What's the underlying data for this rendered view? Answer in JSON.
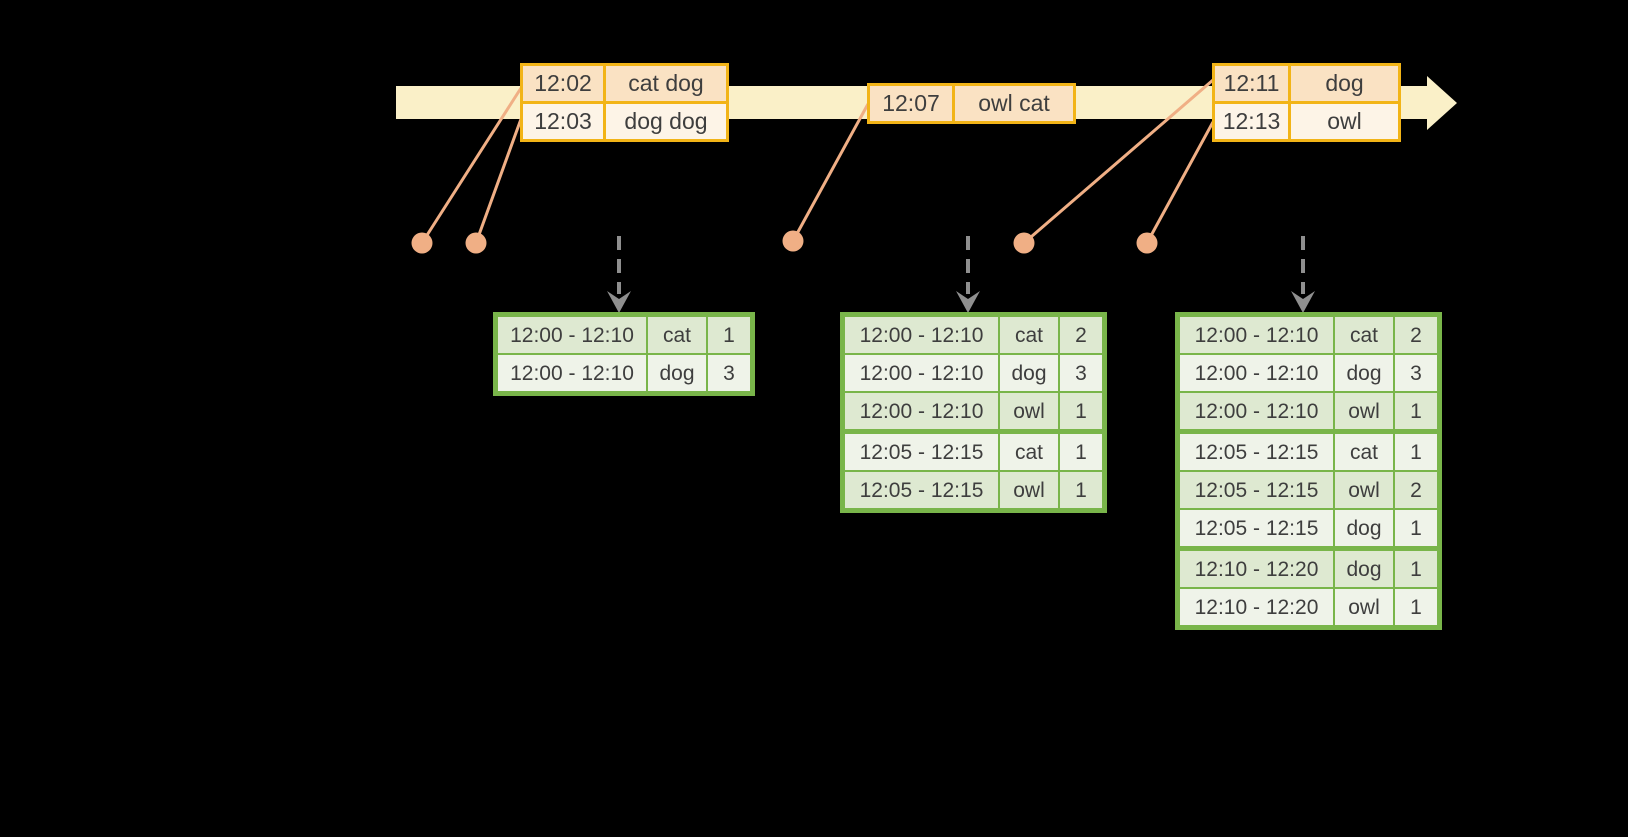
{
  "palette": {
    "background": "#000000",
    "timeline_fill": "#FAF0C8",
    "event_table_border": "#F2B417",
    "event_row_primary": "#FAE2C3",
    "event_row_secondary": "#FDF4E7",
    "connector_salmon": "#F0AF85",
    "result_table_border": "#79B54A",
    "result_row_odd": "#DEE9D1",
    "result_row_even": "#EFF3E9",
    "dashed_arrow_gray": "#8F8F8F",
    "text": "#3E3E3E"
  },
  "event_boxes": [
    {
      "rows": [
        {
          "time": "12:02",
          "words": "cat dog"
        },
        {
          "time": "12:03",
          "words": "dog dog"
        }
      ]
    },
    {
      "rows": [
        {
          "time": "12:07",
          "words": "owl cat"
        }
      ]
    },
    {
      "rows": [
        {
          "time": "12:11",
          "words": "dog"
        },
        {
          "time": "12:13",
          "words": "owl"
        }
      ]
    }
  ],
  "result_tables": [
    {
      "rows": [
        {
          "window": "12:00 - 12:10",
          "word": "cat",
          "count": "1"
        },
        {
          "window": "12:00 - 12:10",
          "word": "dog",
          "count": "3"
        }
      ]
    },
    {
      "rows": [
        {
          "window": "12:00 - 12:10",
          "word": "cat",
          "count": "2"
        },
        {
          "window": "12:00 - 12:10",
          "word": "dog",
          "count": "3"
        },
        {
          "window": "12:00 - 12:10",
          "word": "owl",
          "count": "1"
        },
        {
          "window": "12:05 - 12:15",
          "word": "cat",
          "count": "1"
        },
        {
          "window": "12:05 - 12:15",
          "word": "owl",
          "count": "1"
        }
      ]
    },
    {
      "rows": [
        {
          "window": "12:00 - 12:10",
          "word": "cat",
          "count": "2"
        },
        {
          "window": "12:00 - 12:10",
          "word": "dog",
          "count": "3"
        },
        {
          "window": "12:00 - 12:10",
          "word": "owl",
          "count": "1"
        },
        {
          "window": "12:05 - 12:15",
          "word": "cat",
          "count": "1"
        },
        {
          "window": "12:05 - 12:15",
          "word": "owl",
          "count": "2"
        },
        {
          "window": "12:05 - 12:15",
          "word": "dog",
          "count": "1"
        },
        {
          "window": "12:10 - 12:20",
          "word": "dog",
          "count": "1"
        },
        {
          "window": "12:10 - 12:20",
          "word": "owl",
          "count": "1"
        }
      ]
    }
  ]
}
